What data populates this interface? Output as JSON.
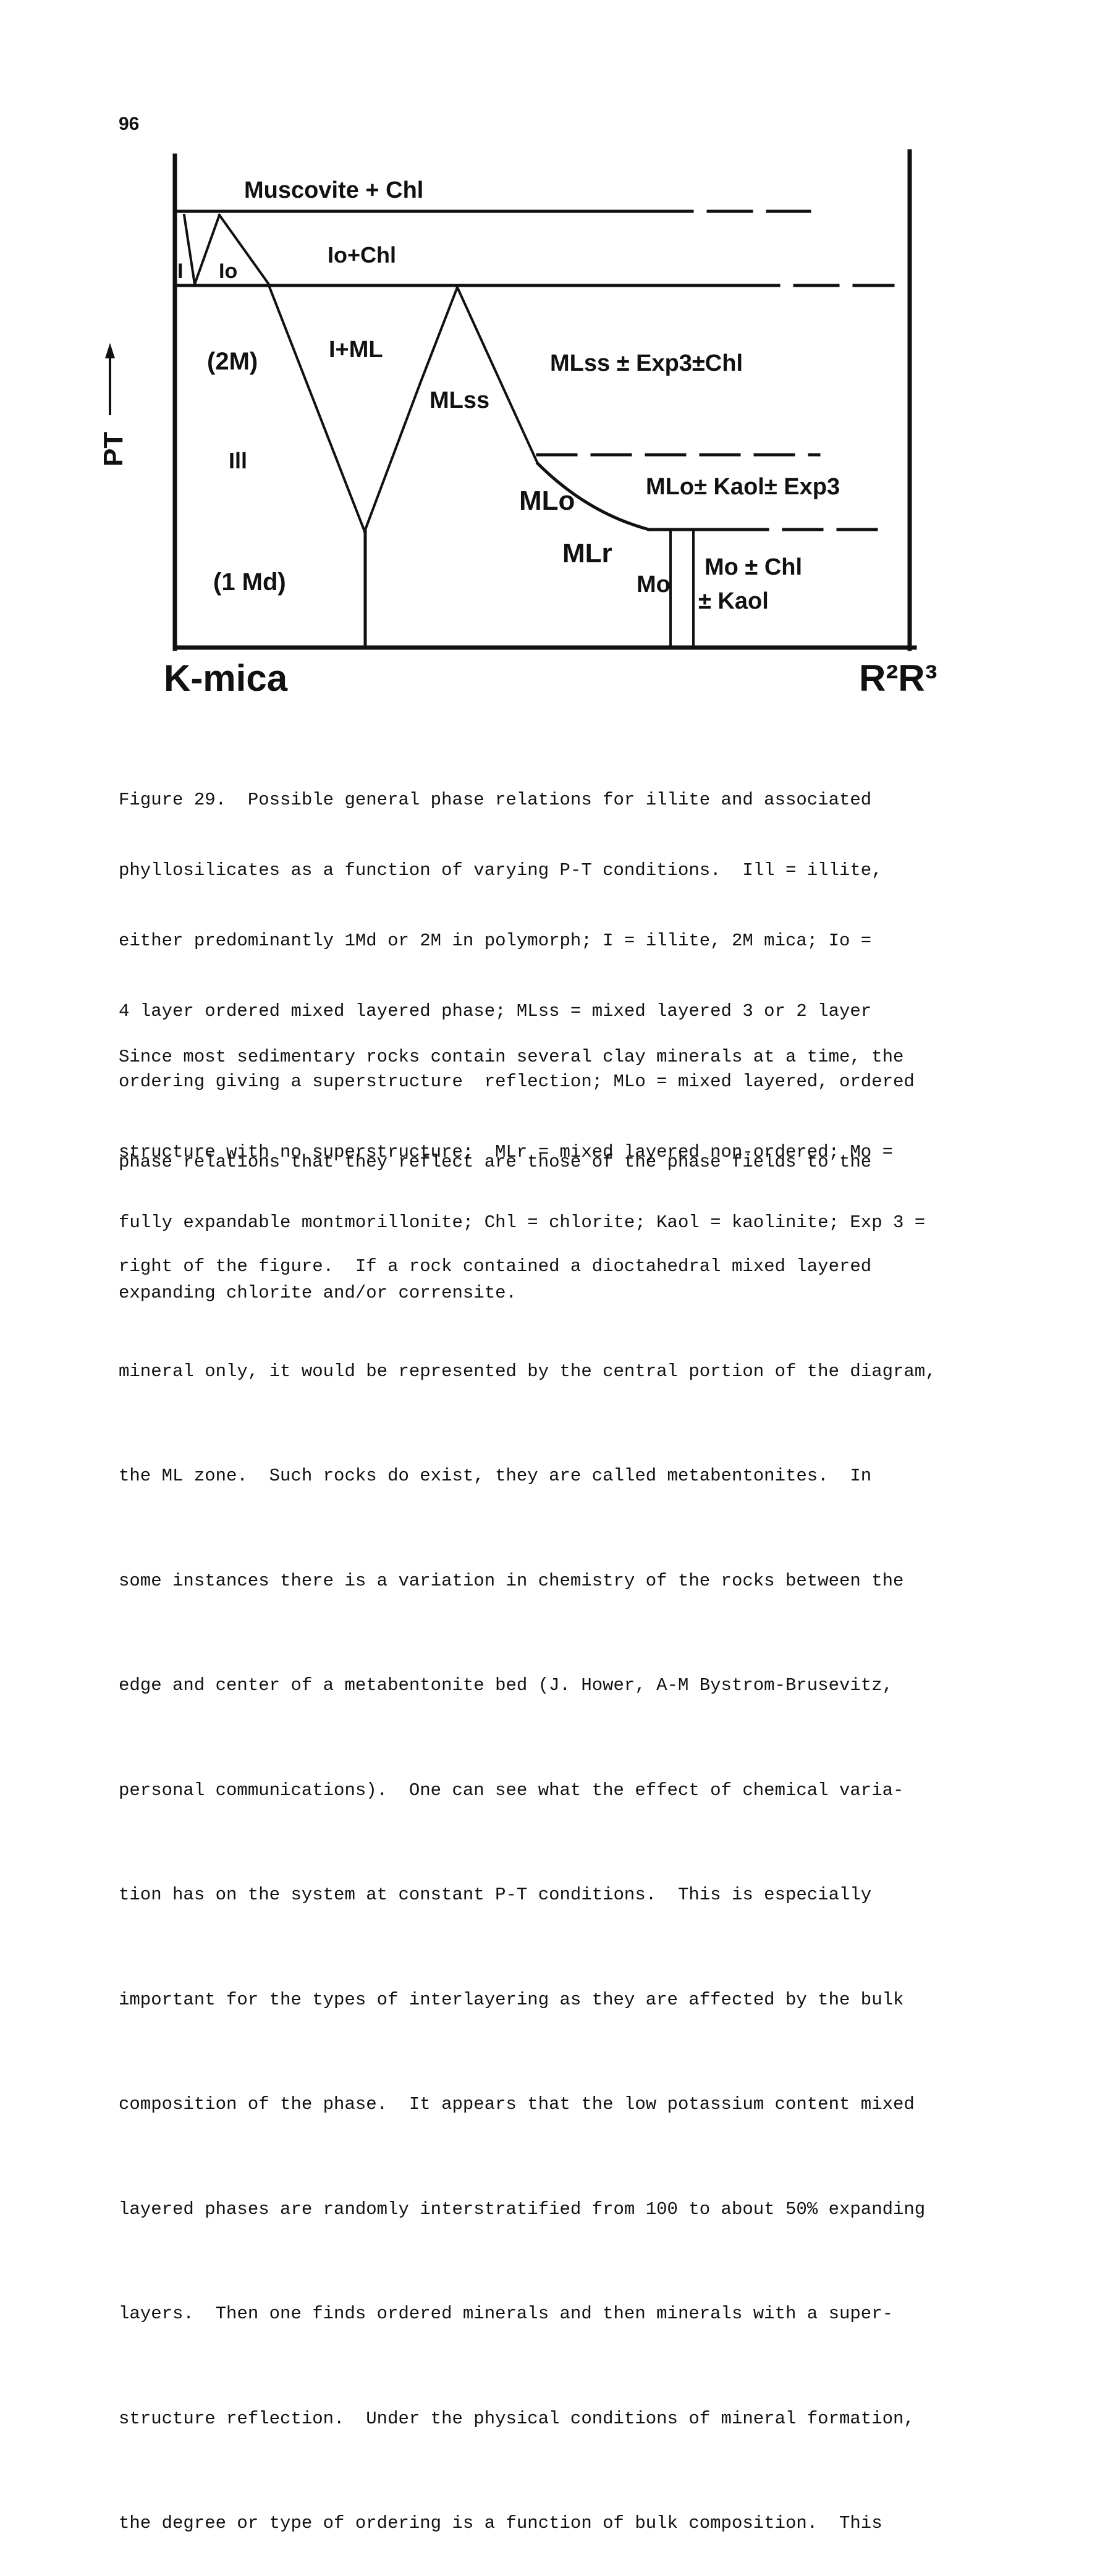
{
  "page_number": "96",
  "figure": {
    "y_axis_label": "PT",
    "x_axis_left": "K-mica",
    "x_axis_right": "R²R³",
    "labels": {
      "muscovite_chl": "Muscovite + Chl",
      "io_chl": "Io+Chl",
      "i": "I",
      "io": "Io",
      "two_m": "(2M)",
      "ill": "Ill",
      "one_md": "(1 Md)",
      "i_ml": "I+ML",
      "mlss": "MLss",
      "mlss_exp3_chl": "MLss ± Exp3±Chl",
      "mlo": "MLo",
      "mlo_kaol_exp3": "MLo± Kaol± Exp3",
      "mlr": "MLr",
      "mo": "Mo",
      "mo_chl": "Mo ± Chl",
      "kaol": "± Kaol"
    }
  },
  "caption": [
    "Figure 29.  Possible general phase relations for illite and associated",
    "phyllosilicates as a function of varying P-T conditions.  Ill = illite,",
    "either predominantly 1Md or 2M in polymorph; I = illite, 2M mica; Io =",
    "4 layer ordered mixed layered phase; MLss = mixed layered 3 or 2 layer",
    "ordering giving a superstructure  reflection; MLo = mixed layered, ordered",
    "structure with no superstructure;  MLr = mixed layered non-ordered; Mo =",
    "fully expandable montmorillonite; Chl = chlorite; Kaol = kaolinite; Exp 3 =",
    "expanding chlorite and/or corrensite."
  ],
  "body": [
    "Since most sedimentary rocks contain several clay minerals at a time, the",
    "phase relations that they reflect are those of the phase fields to the",
    "right of the figure.  If a rock contained a dioctahedral mixed layered",
    "mineral only, it would be represented by the central portion of the diagram,",
    "the ML zone.  Such rocks do exist, they are called metabentonites.  In",
    "some instances there is a variation in chemistry of the rocks between the",
    "edge and center of a metabentonite bed (J. Hower, A-M Bystrom-Brusevitz,",
    "personal communications).  One can see what the effect of chemical varia-",
    "tion has on the system at constant P-T conditions.  This is especially",
    "important for the types of interlayering as they are affected by the bulk",
    "composition of the phase.  It appears that the low potassium content mixed",
    "layered phases are randomly interstratified from 100 to about 50% expanding",
    "layers.  Then one finds ordered minerals and then minerals with a super-",
    "structure reflection.  Under the physical conditions of mineral formation,",
    "the degree or type of ordering is a function of bulk composition.  This"
  ]
}
